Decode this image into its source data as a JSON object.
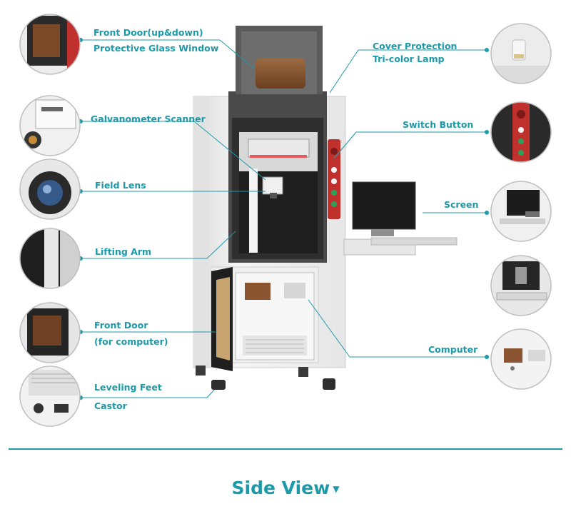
{
  "labels": {
    "front_door_top_1": "Front Door(up&down)",
    "front_door_top_2": "Protective Glass Window",
    "cover_protection_1": "Cover Protection",
    "cover_protection_2": "Tri-color Lamp",
    "galvanometer": "Galvanometer Scanner",
    "switch_button": "Switch Button",
    "field_lens": "Field Lens",
    "screen": "Screen",
    "lifting_arm": "Lifting Arm",
    "front_door_bottom_1": "Front Door",
    "front_door_bottom_2": "(for computer)",
    "computer": "Computer",
    "leveling_feet": "Leveling Feet",
    "castor": "Castor"
  },
  "footer": {
    "title": "Side View",
    "arrow": "▼"
  },
  "colors": {
    "accent": "#1d9aa9",
    "cabinet": "#f1f1f1",
    "dark_panel": "#3a3a3a",
    "window_tint": "#8a5530",
    "switch_panel": "#c0312e"
  }
}
